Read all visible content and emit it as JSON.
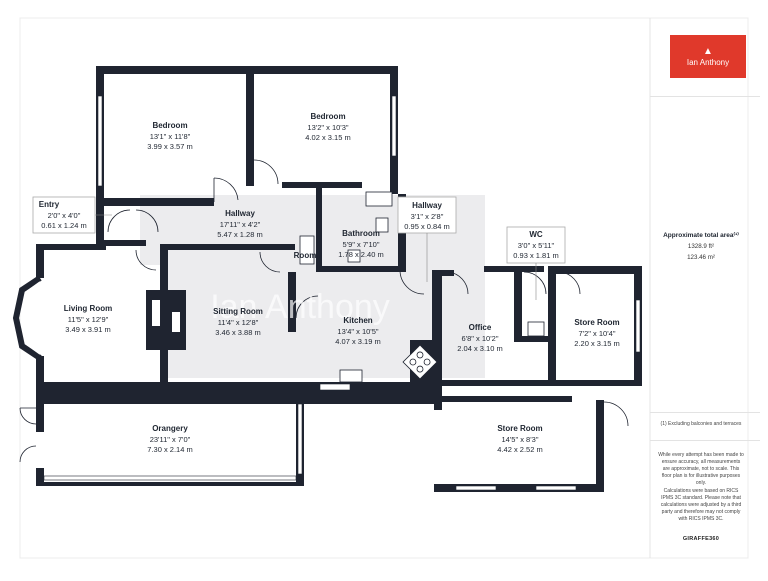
{
  "brand": {
    "agency_name": "Ian Anthony",
    "watermark": "Ian Anthony",
    "logo_color": "#e0392b"
  },
  "rooms": {
    "bedroom1": {
      "name": "Bedroom",
      "imperial": "13'1\" x 11'8\"",
      "metric": "3.99 x 3.57 m"
    },
    "bedroom2": {
      "name": "Bedroom",
      "imperial": "13'2\" x 10'3\"",
      "metric": "4.02 x 3.15 m"
    },
    "entry": {
      "name": "Entry",
      "imperial": "2'0\" x 4'0\"",
      "metric": "0.61 x 1.24 m"
    },
    "hallway_main": {
      "name": "Hallway",
      "imperial": "17'11\" x 4'2\"",
      "metric": "5.47 x 1.28 m"
    },
    "bathroom": {
      "name": "Bathroom",
      "imperial": "5'9\" x 7'10\"",
      "metric": "1.78 x 2.40 m"
    },
    "hallway_small": {
      "name": "Hallway",
      "imperial": "3'1\" x 2'8\"",
      "metric": "0.95 x 0.84 m"
    },
    "wc": {
      "name": "WC",
      "imperial": "3'0\" x 5'11\"",
      "metric": "0.93 x 1.81 m"
    },
    "room_label": {
      "name": "Room"
    },
    "living_room": {
      "name": "Living Room",
      "imperial": "11'5\" x 12'9\"",
      "metric": "3.49 x 3.91 m"
    },
    "sitting_room": {
      "name": "Sitting Room",
      "imperial": "11'4\" x 12'8\"",
      "metric": "3.46 x 3.88 m"
    },
    "kitchen": {
      "name": "Kitchen",
      "imperial": "13'4\" x 10'5\"",
      "metric": "4.07 x 3.19 m"
    },
    "office": {
      "name": "Office",
      "imperial": "6'8\" x 10'2\"",
      "metric": "2.04 x 3.10 m"
    },
    "store_room_right": {
      "name": "Store Room",
      "imperial": "7'2\" x 10'4\"",
      "metric": "2.20 x 3.15 m"
    },
    "orangery": {
      "name": "Orangery",
      "imperial": "23'11\" x 7'0\"",
      "metric": "7.30 x 2.14 m"
    },
    "store_room_bottom": {
      "name": "Store Room",
      "imperial": "14'5\" x 8'3\"",
      "metric": "4.42 x 2.52 m"
    }
  },
  "summary": {
    "title": "Approximate total area⁽¹⁾",
    "area_sqft": "1328.9 ft²",
    "area_sqm": "123.46 m²",
    "footnote": "(1) Excluding balconies and terraces",
    "disclaimer": "While every attempt has been made to ensure accuracy, all measurements are approximate, not to scale. This floor plan is for illustrative purposes only.",
    "calc_note": "Calculations were based on RICS IPMS 3C standard. Please note that calculations were adjusted by a third party and therefore may not comply with RICS IPMS 3C.",
    "provider": "GIRAFFE360"
  }
}
